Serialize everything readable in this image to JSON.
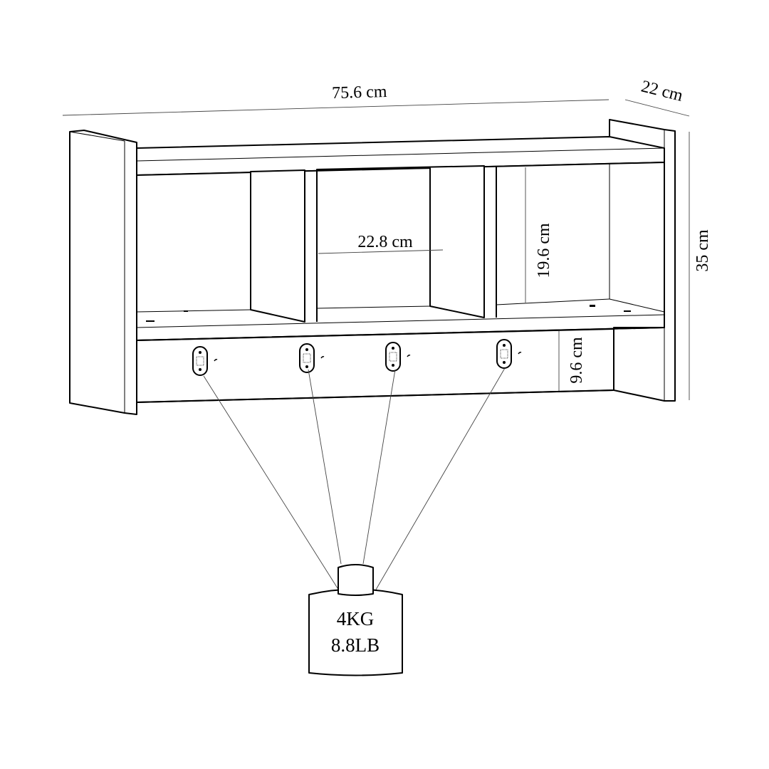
{
  "dimensions": {
    "width": "75.6 cm",
    "depth": "22 cm",
    "height": "35 cm",
    "compartment_height": "19.6 cm",
    "compartment_width": "22.8 cm",
    "hook_rail_height": "9.6 cm"
  },
  "weight": {
    "kg": "4KG",
    "lb": "8.8LB"
  },
  "hooks_count": 4
}
